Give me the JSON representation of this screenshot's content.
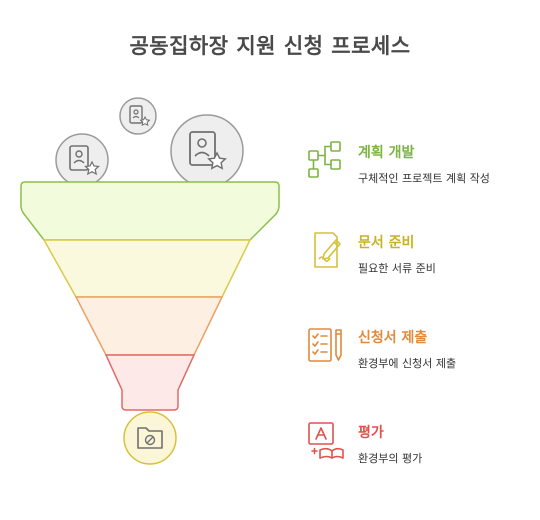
{
  "title": "공동집하장 지원 신청 프로세스",
  "colors": {
    "stage1": "#7cb342",
    "stage2": "#d4c23a",
    "stage3": "#e08a3c",
    "stage4": "#e0524c",
    "icon_gray": "#8c8c8c"
  },
  "steps": [
    {
      "title": "계획 개발",
      "description": "구체적인 프로젝트 계획 작성",
      "icon": "flowchart-icon"
    },
    {
      "title": "문서 준비",
      "description": "필요한 서류 준비",
      "icon": "document-pen-icon"
    },
    {
      "title": "신청서 제출",
      "description": "환경부에 신청서 제출",
      "icon": "checklist-pen-icon"
    },
    {
      "title": "평가",
      "description": "환경부의 평가",
      "icon": "evaluation-icon"
    }
  ],
  "funnel_inputs": [
    "id-card-icon",
    "id-card-icon",
    "id-card-icon"
  ],
  "funnel_output": "folder-icon"
}
